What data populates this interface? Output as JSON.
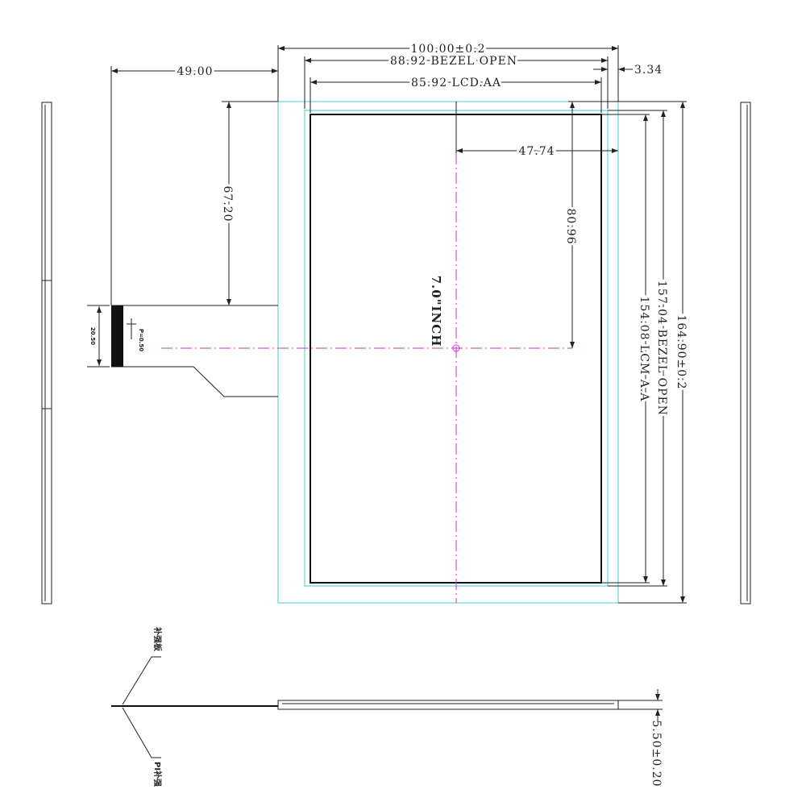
{
  "colors": {
    "outline": "#3fd0d4",
    "centerline": "#d62fd6",
    "ink": "#222222"
  },
  "dimensions": {
    "total_width": "100.00±0.2",
    "bezel_open_width": "88.92 BEZEL OPEN",
    "lcd_aa_width": "85.92 LCD.AA",
    "right_offset": "3.34",
    "left_offset": "49.00",
    "top_offset": "67.20",
    "center_x": "47.74",
    "center_y": "80.96",
    "total_height": "164.90±0.2",
    "bezel_open_height": "157.04 BEZEL OPEN",
    "lcm_aa_height": "154.08 LCM A.A",
    "thickness": "5.50±0.20"
  },
  "labels": {
    "diagonal": "7.0\"INCH",
    "fpc_width": "20.50",
    "fpc_pitch": "P=0.50",
    "stiffener": "补强板",
    "pi_stiffener": "PI补强"
  }
}
